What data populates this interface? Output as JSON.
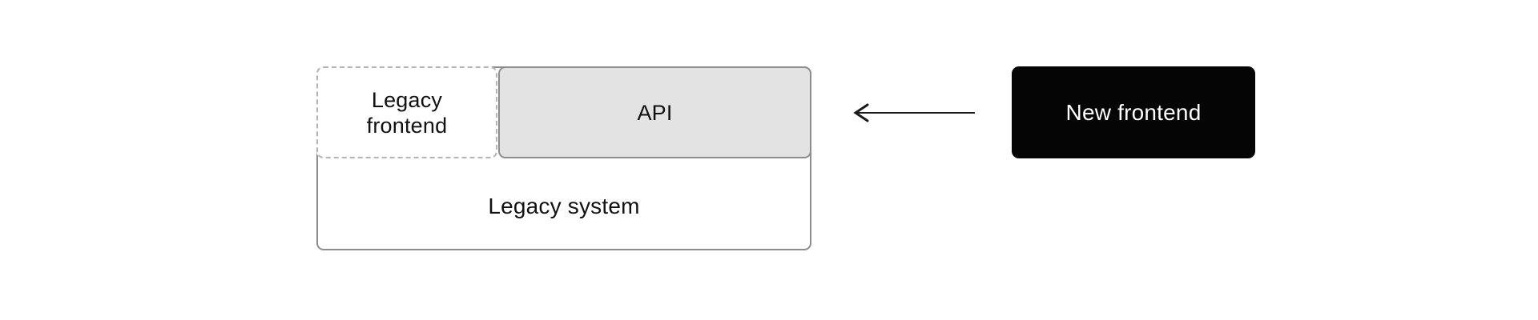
{
  "diagram": {
    "nodes": {
      "legacy_system": {
        "label": "Legacy system"
      },
      "legacy_frontend": {
        "label": "Legacy frontend",
        "border_style": "dashed"
      },
      "api": {
        "label": "API",
        "fill": "#e3e3e3"
      },
      "new_frontend": {
        "label": "New frontend",
        "fill": "#050505"
      }
    },
    "arrow": {
      "from": "new_frontend",
      "to": "api",
      "direction": "left"
    }
  },
  "theme": {
    "bg": "#ffffff",
    "box-border": "#8d8d8d",
    "dash-border": "#b4b4b4",
    "api-fill": "#e3e3e3",
    "node-black": "#050505",
    "text-dark": "#111111",
    "text-light": "#ffffff",
    "arrow-color": "#1a1a1a"
  }
}
